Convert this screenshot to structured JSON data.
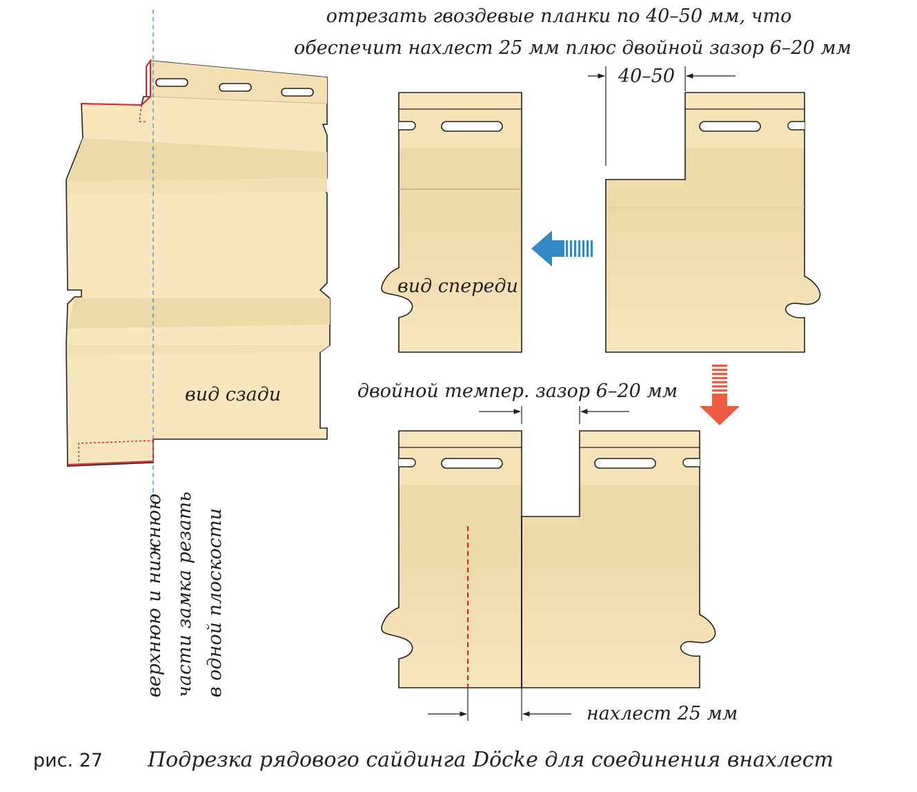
{
  "labels": {
    "top_note_line1": "отрезать гвоздевые планки по 40–50 мм, что",
    "top_note_line2": "обеспечит нахлест 25 мм плюс двойной зазор 6–20 мм",
    "dim_top": "40–50",
    "front_view": "вид спереди",
    "back_view": "вид сзади",
    "gap_note": "двойной темпер. зазор 6–20 мм",
    "overlap_note": "нахлест 25 мм",
    "vertical_line1": "верхнюю и нижнюю",
    "vertical_line2": "части замка резать",
    "vertical_line3": "в одной плоскости"
  },
  "caption": {
    "number": "рис. 27",
    "text": "Подрезка рядового сайдинга Döcke для соединения внахлест"
  },
  "colors": {
    "panel_fill": "#f8e6bd",
    "panel_stripe": "#ecd9a8",
    "outline": "#231f20",
    "cut_line": "#e31e24",
    "guide_line": "#3b8ed0",
    "arrow_left": "#3588c8",
    "arrow_down": "#ee5b40"
  },
  "icons": {
    "arrow_left": "arrow-left-icon",
    "arrow_down": "arrow-down-icon"
  }
}
